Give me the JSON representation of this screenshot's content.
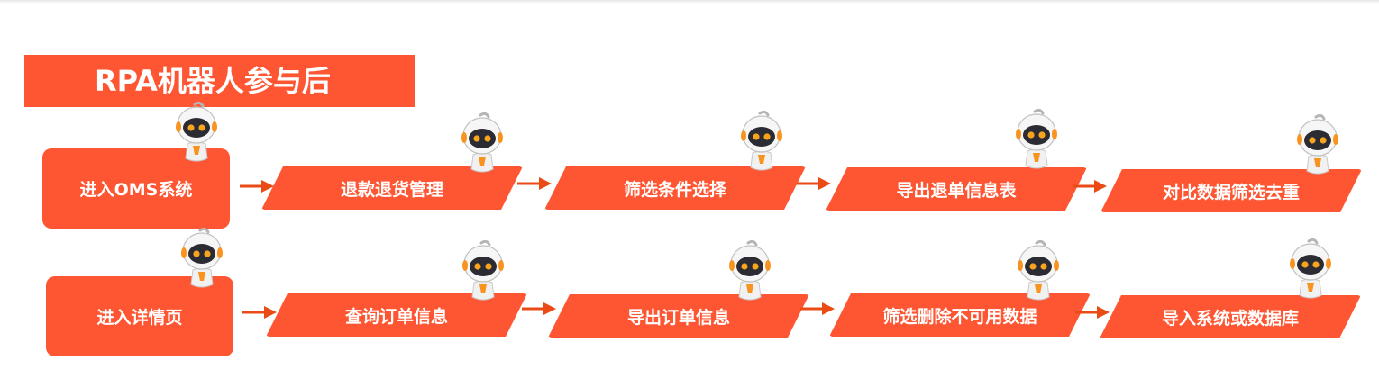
{
  "title": "RPA机器人参与后",
  "colors": {
    "accent": "#fe5632",
    "arrow": "#ea4a14",
    "robot_visor": "#2b2b33",
    "robot_eyes": "#f7a51e"
  },
  "rows": [
    {
      "start": "进入OMS系统",
      "steps": [
        "退款退货管理",
        "筛选条件选择",
        "导出退单信息表",
        "对比数据筛选去重"
      ]
    },
    {
      "start": "进入详情页",
      "steps": [
        "查询订单信息",
        "导出订单信息",
        "筛选删除不可用数据",
        "导入系统或数据库"
      ]
    }
  ],
  "icons": {
    "robot": "robot-mascot-icon",
    "arrow": "right-arrow-icon"
  }
}
